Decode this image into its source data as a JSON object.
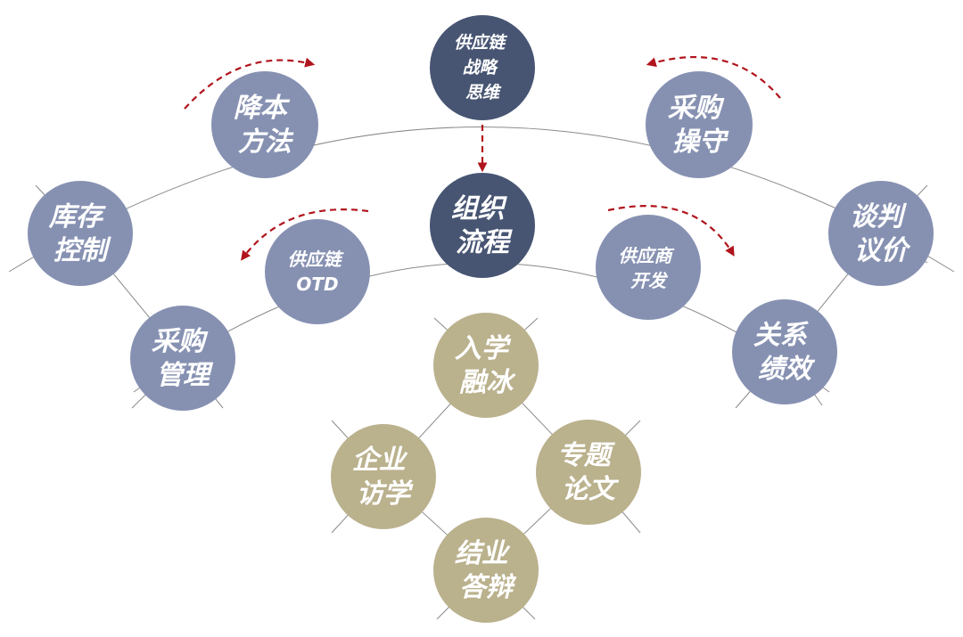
{
  "colors": {
    "dark": "#475573",
    "mid": "#8691B2",
    "tan": "#BAB18D",
    "line": "#8a8a8a",
    "arrow": "#B0141C"
  },
  "nodes": {
    "supply_chain_strategy": {
      "lines": [
        "供应链",
        "战略",
        "思维"
      ]
    },
    "org_process": {
      "lines": [
        "组织",
        "流程"
      ]
    },
    "cost_reduction": {
      "lines": [
        "降本",
        "方法"
      ]
    },
    "procurement_ethics": {
      "lines": [
        "采购",
        "操守"
      ]
    },
    "inventory_control": {
      "lines": [
        "库存",
        "控制"
      ]
    },
    "negotiation": {
      "lines": [
        "谈判",
        "议价"
      ]
    },
    "supply_chain_otd": {
      "lines": [
        "供应链",
        "OTD"
      ]
    },
    "supplier_development": {
      "lines": [
        "供应商",
        "开发"
      ]
    },
    "procurement_management": {
      "lines": [
        "采购",
        "管理"
      ]
    },
    "relationship_performance": {
      "lines": [
        "关系",
        "绩效"
      ]
    },
    "enrollment_icebreak": {
      "lines": [
        "入学",
        "融冰"
      ]
    },
    "enterprise_visit": {
      "lines": [
        "企业",
        "访学"
      ]
    },
    "thesis": {
      "lines": [
        "专题",
        "论文"
      ]
    },
    "graduation_defense": {
      "lines": [
        "结业",
        "答辩"
      ]
    }
  }
}
